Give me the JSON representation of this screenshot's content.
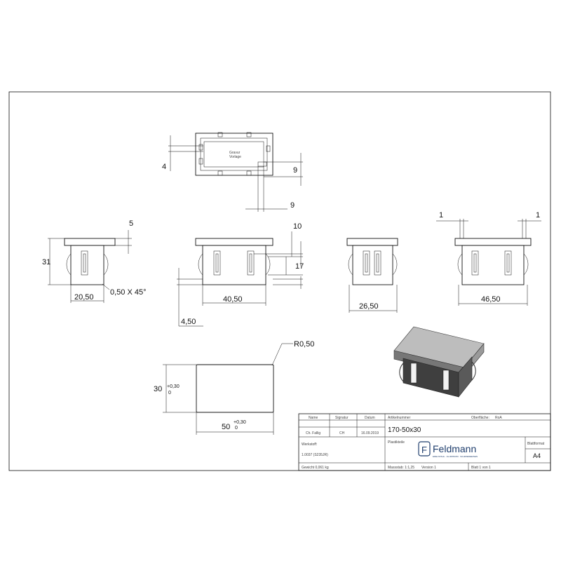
{
  "dimensions": {
    "top_view": {
      "left": "4",
      "right": "9",
      "bottom": "9",
      "inner_label_1": "Gravur",
      "inner_label_2": "Vorlage"
    },
    "side_left": {
      "height": "31",
      "flange": "5",
      "width": "20,50",
      "chamfer": "0,50 X 45°"
    },
    "front": {
      "flange": "10",
      "fin": "17",
      "width": "40,50",
      "offset": "4,50"
    },
    "side_right": {
      "width": "26,50"
    },
    "back": {
      "left_step": "1",
      "right_step": "1",
      "width": "46,50"
    },
    "profile": {
      "radius": "R0,50",
      "height": "30",
      "height_tol_upper": "+0,30",
      "height_tol_lower": "0",
      "width": "50",
      "width_tol_upper": "+0,30",
      "width_tol_lower": "0"
    }
  },
  "title_block": {
    "headers": {
      "name": "Name",
      "signatur": "Signatur",
      "datum": "Datum",
      "artikelnummer": "Artikelnummer",
      "oberflaeche": "Oberfläche:",
      "oberflaeche_value": "RoA"
    },
    "row": {
      "name": "Ch. Fallig",
      "signatur": "CH",
      "datum": "16.09.2019"
    },
    "article_number": "170-50x30",
    "benennung_label": "Plastikteile",
    "werkstoff_label": "Werkstoff:",
    "werkstoff_value": "1.0037 (S235JR)",
    "gewicht": "Gewicht 0,061 kg",
    "massstab": "Massstab: 1:1,25",
    "version": "Version 1",
    "blatt": "Blatt 1 von 1",
    "blattformat_label": "Blattformat",
    "blattformat_value": "A4",
    "brand_name": "Feldmann",
    "brand_tagline": "EDELSTAHL · ALUMINIUM · SCHMIEDEEISEN",
    "brand_logo_letter": "F"
  }
}
